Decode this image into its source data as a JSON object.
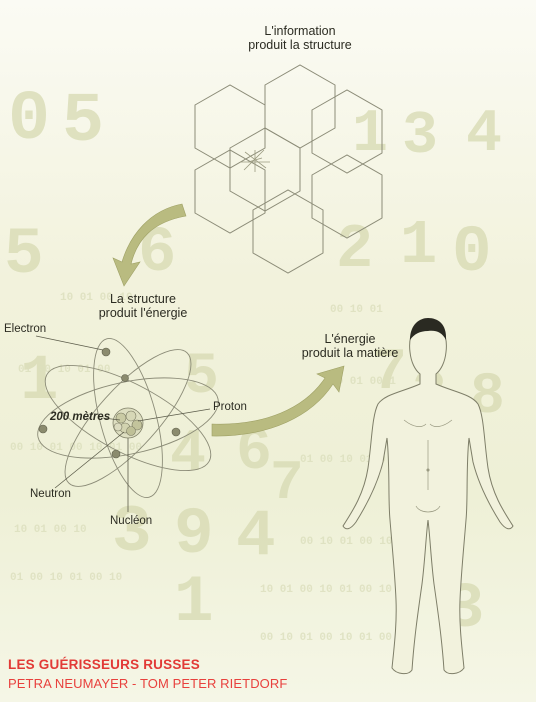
{
  "labels": {
    "information": [
      "L'information",
      "produit la structure"
    ],
    "structure": [
      "La structure",
      "produit l'énergie"
    ],
    "energie": [
      "L'énergie",
      "produit la matière"
    ],
    "electron": "Electron",
    "distance": "200 mètres",
    "proton": "Proton",
    "neutron": "Neutron",
    "nucleon": "Nucléon"
  },
  "book": {
    "title": "LES GUÉRISSEURS RUSSES",
    "authors": "PETRA NEUMAYER - TOM PETER RIETDORF"
  },
  "background_digits": [
    "0",
    "5",
    "1",
    "3",
    "4",
    "5",
    "6",
    "2",
    "1",
    "0",
    "1",
    "5",
    "7",
    "3",
    "8",
    "4",
    "6",
    "7",
    "3",
    "9",
    "4",
    "1",
    "3"
  ],
  "colors": {
    "title": "#e23a36",
    "arrow": "#b9bb80",
    "line": "#8c8c78"
  }
}
